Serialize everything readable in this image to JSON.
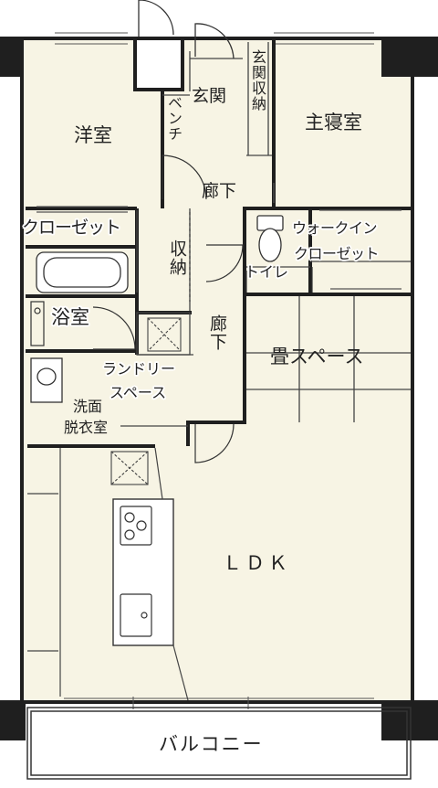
{
  "colors": {
    "floor": "#f7f4e4",
    "wall": "#1f1f1f",
    "thin": "#444444",
    "bay": "#ffffff"
  },
  "rooms": {
    "western_room": "洋室",
    "entrance": "玄関",
    "entrance_storage": "玄関収納",
    "bench": "ベンチ",
    "master_bedroom": "主寝室",
    "hallway_upper": "廊下",
    "closet": "クローゼット",
    "storage": "収納",
    "toilet": "トイレ",
    "walk_in_closet_line1": "ウォークイン",
    "walk_in_closet_line2": "クローゼット",
    "bathroom": "浴室",
    "hallway_lower": "廊下",
    "tatami_space": "畳スペース",
    "laundry_line1": "ランドリー",
    "laundry_line2": "スペース",
    "washroom_line1": "洗面",
    "washroom_line2": "脱衣室",
    "ldk": "ＬＤＫ",
    "balcony": "バルコニー"
  }
}
